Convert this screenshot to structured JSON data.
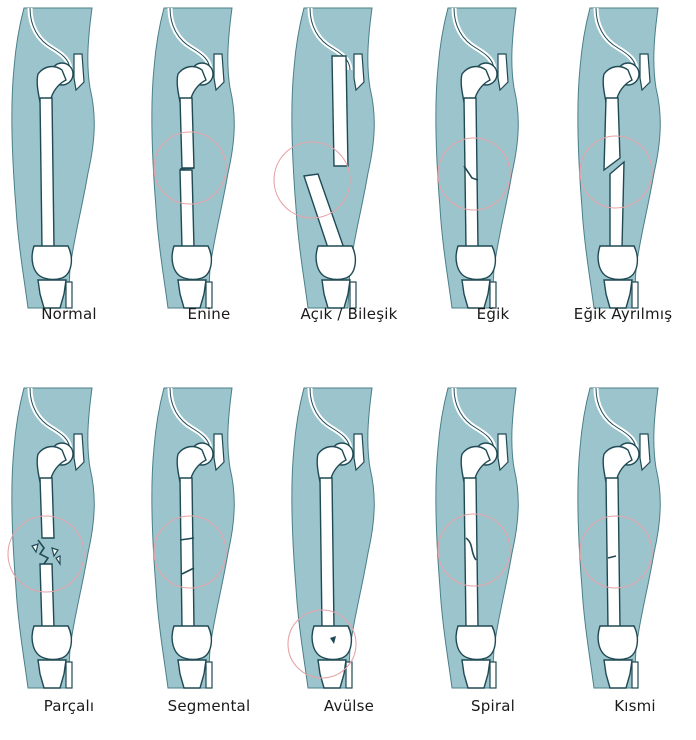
{
  "colors": {
    "leg": "#9cc4cc",
    "skin_edge": "#4b7f89",
    "bone": "#ffffff",
    "bone_line": "#1f4a54",
    "highlight": "#e6a3a8"
  },
  "fractures": [
    {
      "id": "normal",
      "label": "Normal",
      "type": "normal"
    },
    {
      "id": "enine",
      "label": "Enine",
      "type": "transverse"
    },
    {
      "id": "acik",
      "label": "Açık / Bileşik",
      "type": "open"
    },
    {
      "id": "egik",
      "label": "Eğik",
      "type": "oblique"
    },
    {
      "id": "egik-ayrilmis",
      "label": "Eğik Ayrılmış",
      "type": "oblique-displaced"
    },
    {
      "id": "parcali",
      "label": "Parçalı",
      "type": "comminuted"
    },
    {
      "id": "segmental",
      "label": "Segmental",
      "type": "segmental"
    },
    {
      "id": "avulse",
      "label": "Avülse",
      "type": "avulsion"
    },
    {
      "id": "spiral",
      "label": "Spiral",
      "type": "spiral"
    },
    {
      "id": "kismi",
      "label": "Kısmi",
      "type": "partial"
    }
  ]
}
